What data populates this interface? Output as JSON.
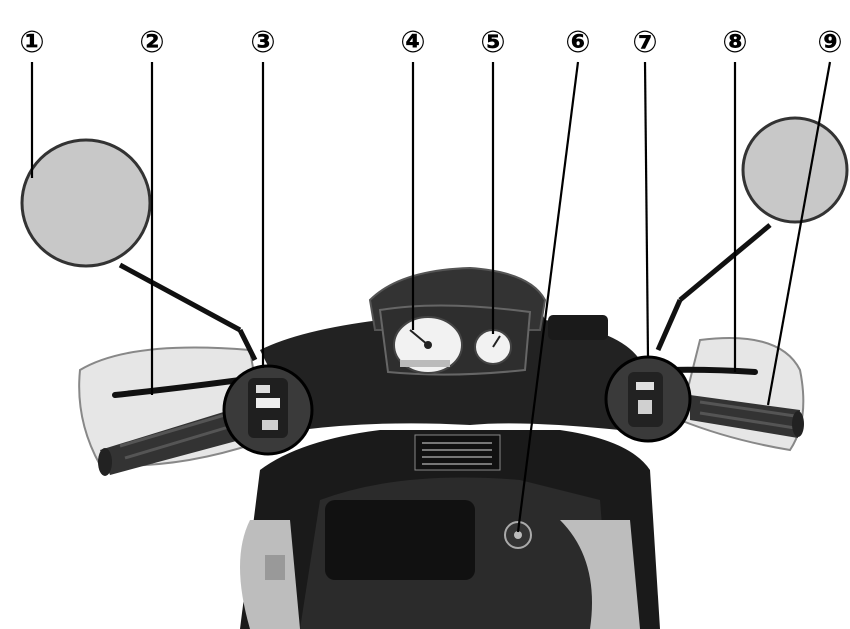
{
  "callouts": [
    {
      "id": "1",
      "label": "①"
    },
    {
      "id": "2",
      "label": "②"
    },
    {
      "id": "3",
      "label": "③"
    },
    {
      "id": "4",
      "label": "④"
    },
    {
      "id": "5",
      "label": "⑤"
    },
    {
      "id": "6",
      "label": "⑥"
    },
    {
      "id": "7",
      "label": "⑦"
    },
    {
      "id": "8",
      "label": "⑧"
    },
    {
      "id": "9",
      "label": "⑨"
    }
  ],
  "colors": {
    "body": "#222222",
    "mirror": "#c8c8c8",
    "chrome": "#d9d9d9",
    "grip": "#333333",
    "line": "#000000"
  }
}
